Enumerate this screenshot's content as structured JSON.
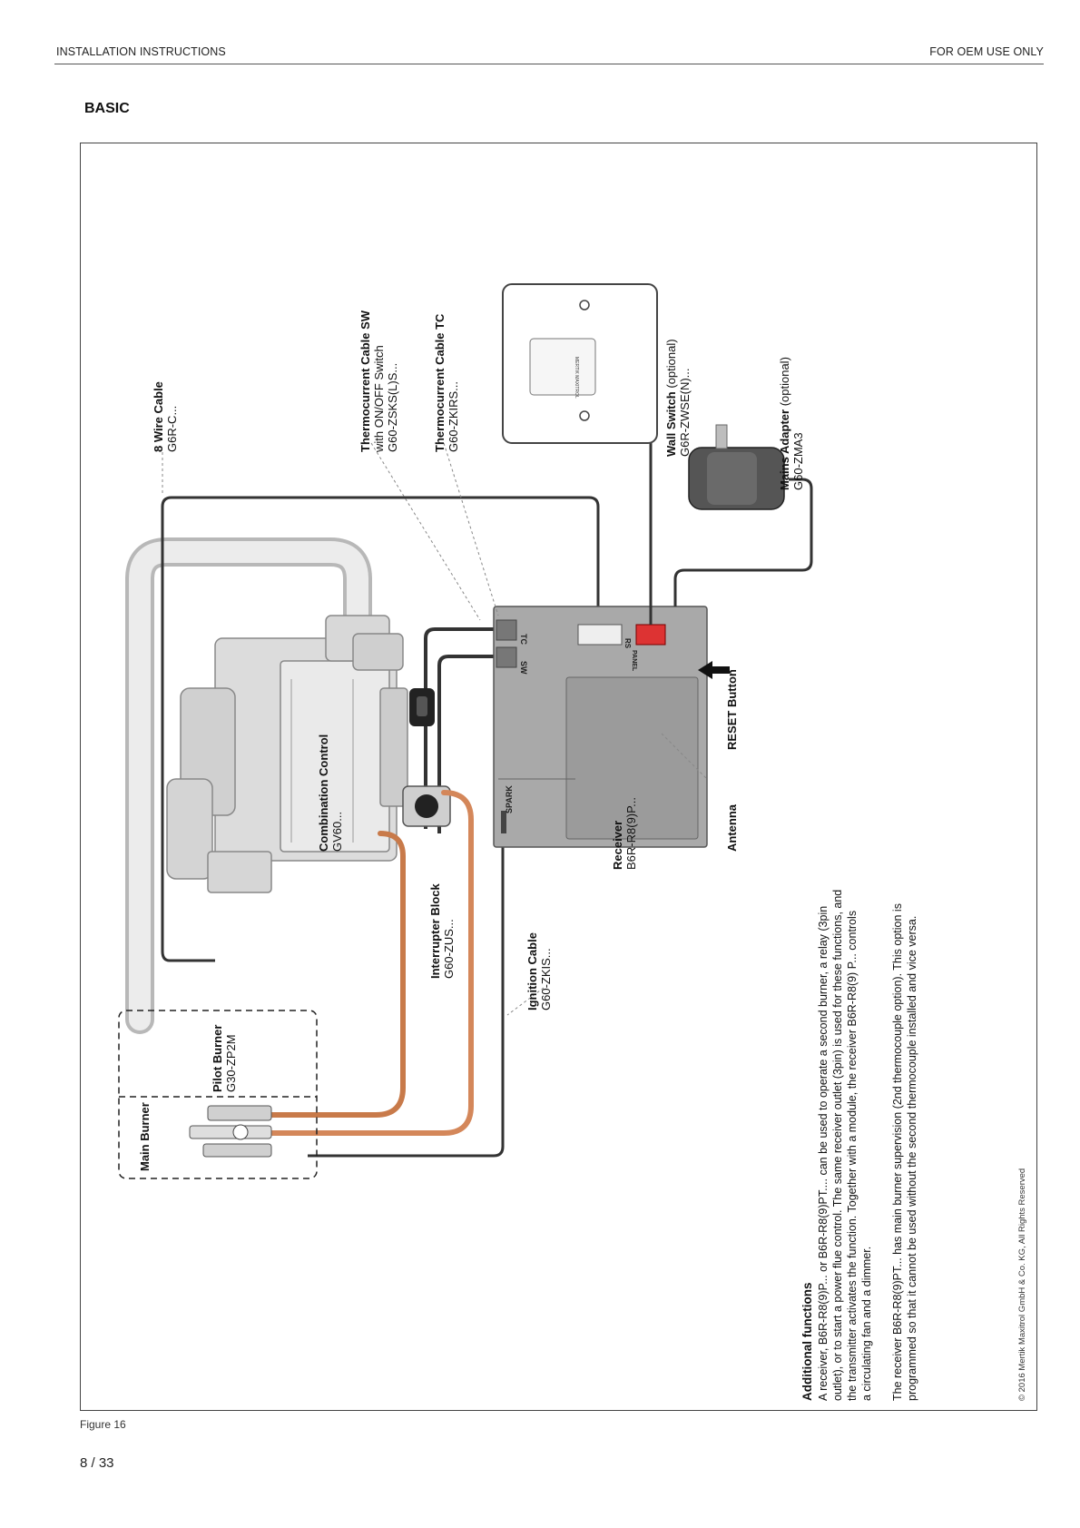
{
  "header": {
    "left": "INSTALLATION INSTRUCTIONS",
    "right": "FOR OEM USE ONLY"
  },
  "section_title": "BASIC",
  "labels": {
    "eight_wire_cable": {
      "name": "8 Wire Cable",
      "code": "G6R-C..."
    },
    "thermocurrent_sw": {
      "name": "Thermocurrent Cable SW",
      "line2": "with ON/OFF Switch",
      "code": "G60-ZSKS(L)S..."
    },
    "thermocurrent_tc": {
      "name": "Thermocurrent Cable TC",
      "code": "G60-ZKIRS..."
    },
    "wall_switch": {
      "name": "Wall Switch",
      "suffix": " (optional)",
      "code": "G6R-ZWSE(N)..."
    },
    "mains_adapter": {
      "name": "Mains Adapter",
      "suffix": " (optional)",
      "code": "G60-ZMA3"
    },
    "reset_button": {
      "name": "RESET Button"
    },
    "antenna": {
      "name": "Antenna"
    },
    "receiver": {
      "name": "Receiver",
      "code": "B6R-R8(9)P..."
    },
    "combination_control": {
      "name": "Combination Control",
      "code": "GV60..."
    },
    "interrupter_block": {
      "name": "Interrupter Block",
      "code": "G60-ZUS..."
    },
    "ignition_cable": {
      "name": "Ignition Cable",
      "code": "G60-ZKIS..."
    },
    "pilot_burner": {
      "name": "Pilot Burner",
      "code": "G30-ZP2M"
    },
    "main_burner": {
      "name": "Main Burner"
    }
  },
  "receiver_terminals": {
    "sw": "SW",
    "tc": "TC",
    "spark": "SPARK",
    "panel": "PANEL",
    "rs": "RS"
  },
  "wall_switch_face": {
    "brand": "MERTIK MAXITROL"
  },
  "additional_functions": {
    "title": "Additional functions",
    "lines": [
      "A receiver, B6R-R8(9)P... or B6R-R8(9)PT.... can be used to operate a second burner, a relay (3pin",
      "outlet), or to start a power flue control. The same receiver outlet (3pin) is used for these functions, and",
      "the transmitter activates the function. Together with a module, the receiver B6R-R8(9) P... controls",
      "a circulating fan and a dimmer."
    ],
    "note_lines": [
      "The receiver B6R-R8(9)PT... has main burner supervision (2nd thermocouple option). This option is",
      "programmed so that it cannot be used without the second thermocouple installed and vice versa."
    ]
  },
  "copyright": "© 2016 Mertik Maxitrol GmbH & Co. KG, All Rights Reserved",
  "figure_caption": "Figure 16",
  "page_number": "8 / 33"
}
